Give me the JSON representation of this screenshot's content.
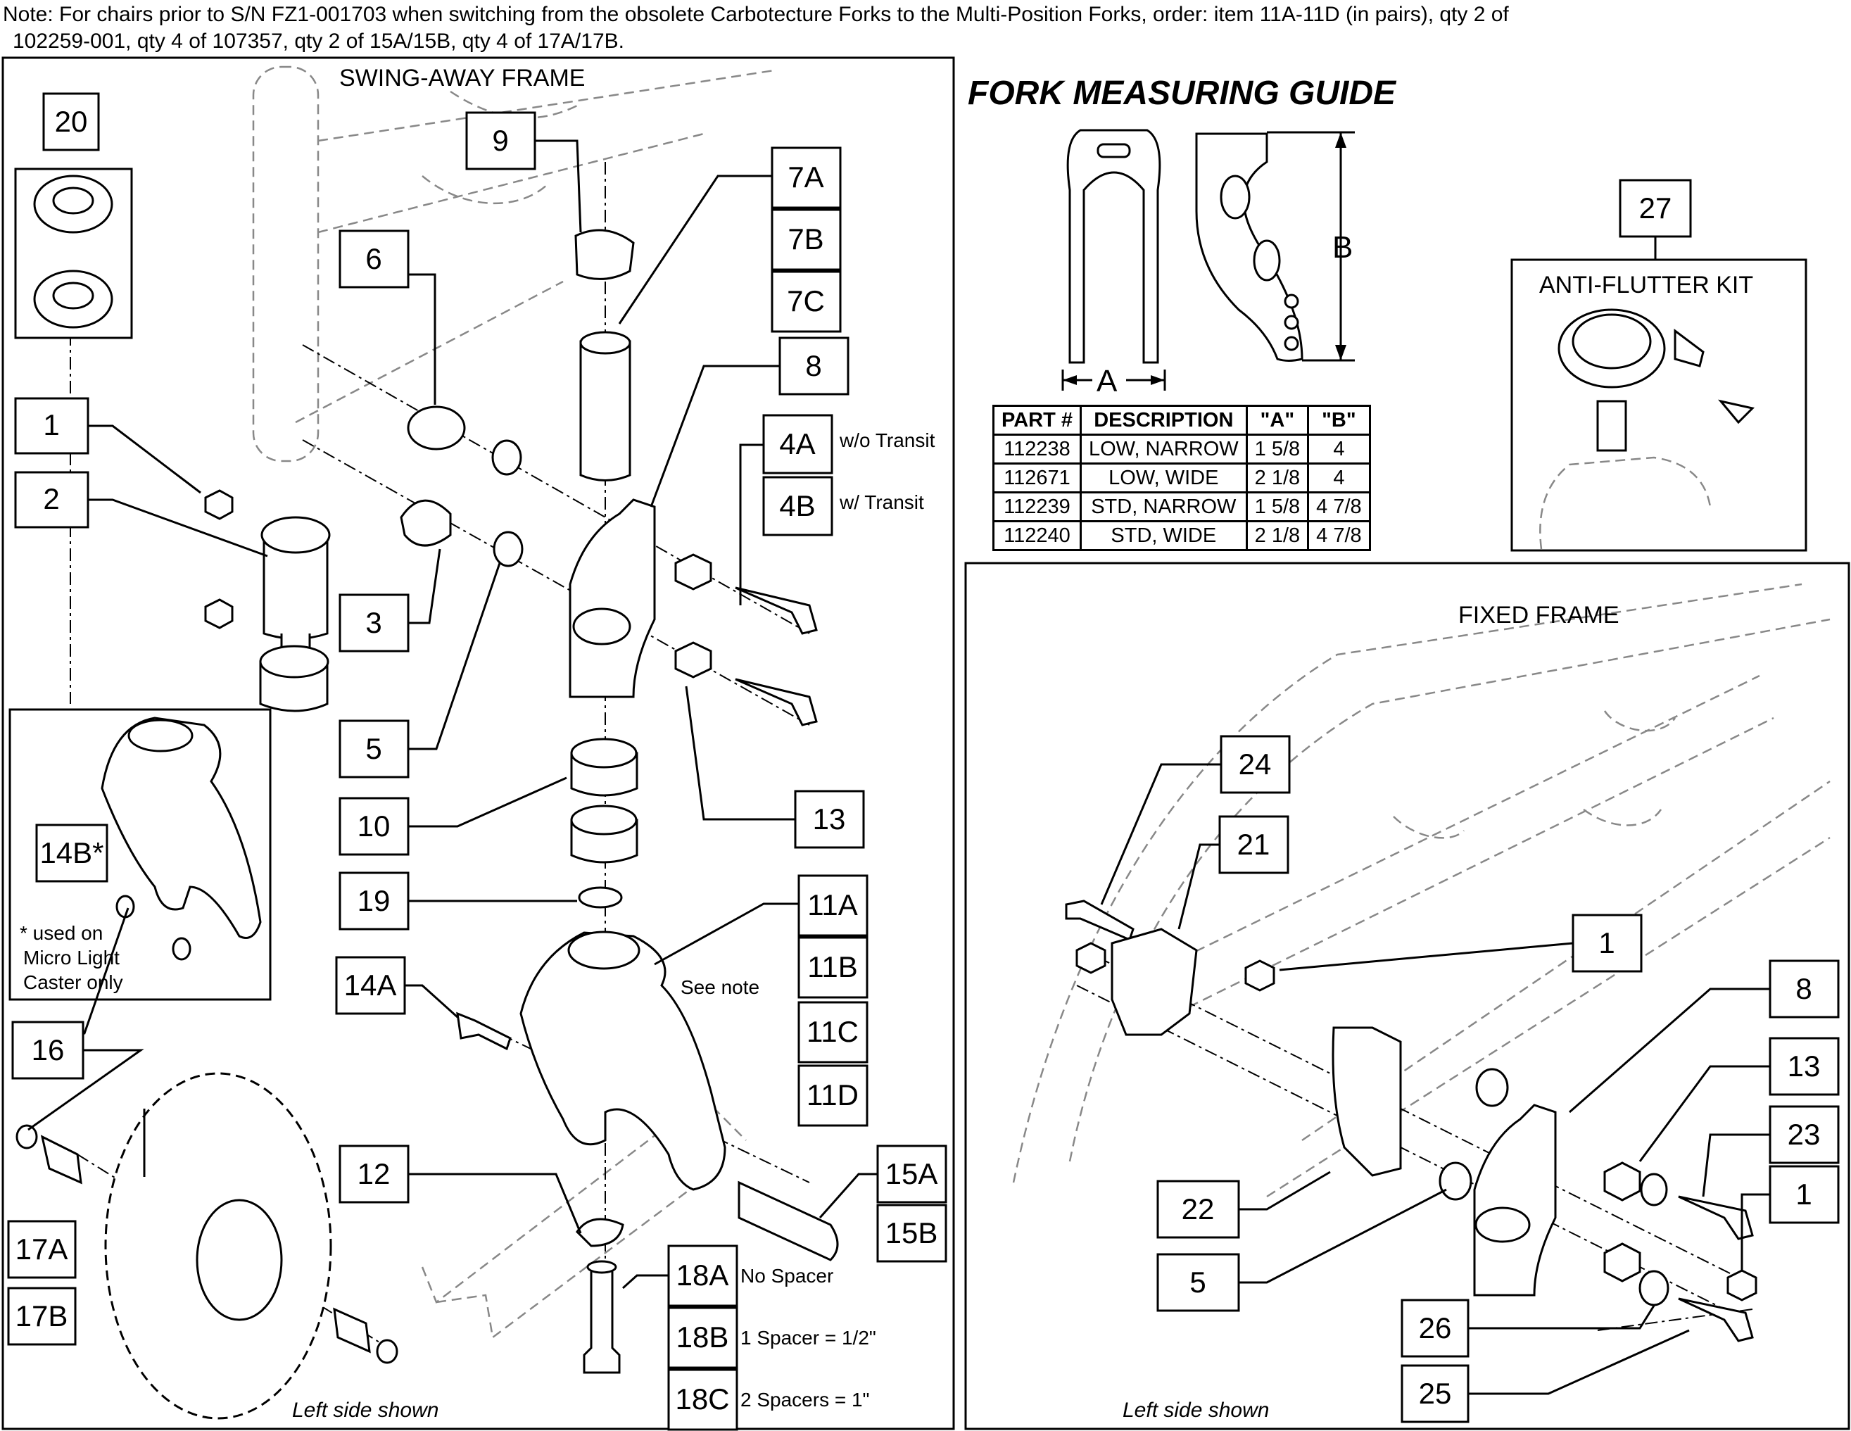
{
  "note": {
    "line1": "Note: For chairs prior to S/N FZ1-001703 when switching from the obsolete Carbotecture Forks to the Multi-Position Forks, order: item 11A-11D (in pairs), qty 2 of",
    "line2": "102259-001, qty 4 of 107357, qty 2 of 15A/15B, qty 4 of 17A/17B."
  },
  "swing_away_panel": {
    "title": "SWING-AWAY FRAME",
    "footer": "Left side shown"
  },
  "fixed_panel": {
    "title": "FIXED FRAME",
    "footer": "Left side shown"
  },
  "fork_guide": {
    "title": "FORK MEASURING GUIDE",
    "dim_a": "A",
    "dim_b": "B",
    "table": {
      "headers": [
        "PART #",
        "DESCRIPTION",
        "\"A\"",
        "\"B\""
      ],
      "rows": [
        [
          "112238",
          "LOW, NARROW",
          "1 5/8",
          "4"
        ],
        [
          "112671",
          "LOW, WIDE",
          "2 1/8",
          "4"
        ],
        [
          "112239",
          "STD, NARROW",
          "1 5/8",
          "4 7/8"
        ],
        [
          "112240",
          "STD, WIDE",
          "2 1/8",
          "4 7/8"
        ]
      ]
    }
  },
  "anti_flutter": {
    "callout": "27",
    "title": "ANTI-FLUTTER KIT"
  },
  "inset": {
    "callout": "14B*",
    "note": [
      "* used on",
      "Micro Light",
      "Caster only"
    ]
  },
  "callouts": {
    "c20": "20",
    "c1": "1",
    "c2": "2",
    "c3": "3",
    "c5": "5",
    "c6": "6",
    "c9": "9",
    "c7a": "7A",
    "c7b": "7B",
    "c7c": "7C",
    "c8": "8",
    "c4a": "4A",
    "c4b": "4B",
    "c10": "10",
    "c13": "13",
    "c19": "19",
    "c11a": "11A",
    "c11b": "11B",
    "c11c": "11C",
    "c11d": "11D",
    "c14a": "14A",
    "c16": "16",
    "c17a": "17A",
    "c17b": "17B",
    "c12": "12",
    "c15a": "15A",
    "c15b": "15B",
    "c18a": "18A",
    "c18b": "18B",
    "c18c": "18C",
    "f24": "24",
    "f21": "21",
    "f1a": "1",
    "f8": "8",
    "f13": "13",
    "f23": "23",
    "f1b": "1",
    "f22": "22",
    "f5": "5",
    "f26": "26",
    "f25": "25"
  },
  "labels": {
    "wo_transit": "w/o Transit",
    "w_transit": "w/ Transit",
    "see_note": "See note",
    "no_spacer": "No Spacer",
    "one_spacer": "1 Spacer = 1/2\"",
    "two_spacers": "2 Spacers = 1\""
  }
}
